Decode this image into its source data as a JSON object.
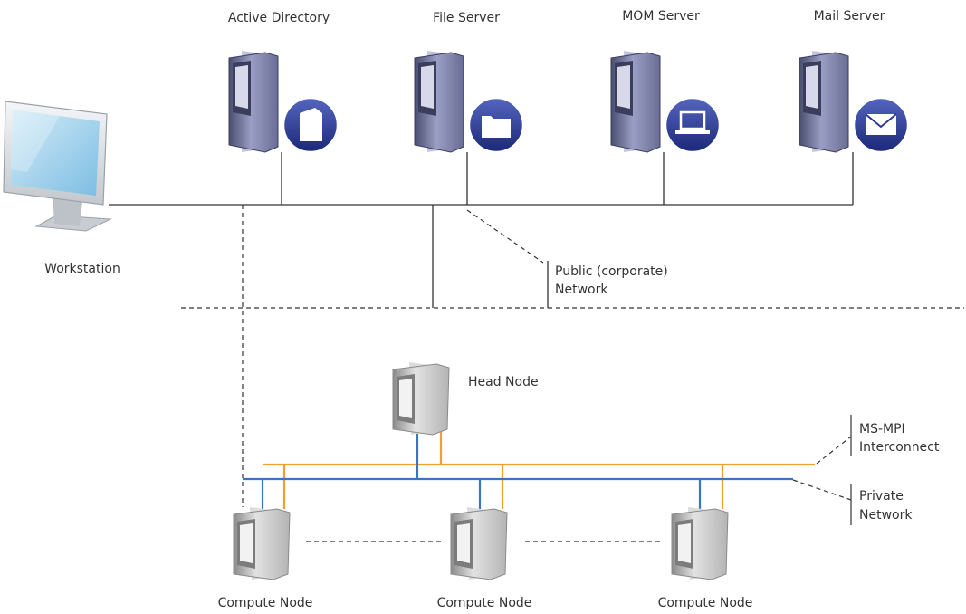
{
  "servers": [
    {
      "label": "Active Directory",
      "icon": "directory-badge-icon"
    },
    {
      "label": "File Server",
      "icon": "folder-badge-icon"
    },
    {
      "label": "MOM Server",
      "icon": "laptop-badge-icon"
    },
    {
      "label": "Mail Server",
      "icon": "envelope-badge-icon"
    }
  ],
  "workstation": {
    "label": "Workstation",
    "icon": "monitor-icon"
  },
  "public_network": {
    "line1": "Public (corporate)",
    "line2": "Network"
  },
  "head_node": {
    "label": "Head Node"
  },
  "interconnect": {
    "line1": "MS-MPI",
    "line2": "Interconnect"
  },
  "private_network": {
    "line1": "Private",
    "line2": "Network"
  },
  "compute_nodes": [
    {
      "label": "Compute Node"
    },
    {
      "label": "Compute Node"
    },
    {
      "label": "Compute Node"
    }
  ],
  "colors": {
    "public_line": "#333333",
    "private_line": "#3a75c4",
    "mpi_line": "#f0a030",
    "server_badge": "#2a3a94",
    "monitor_screen": "#9cd2ee"
  }
}
